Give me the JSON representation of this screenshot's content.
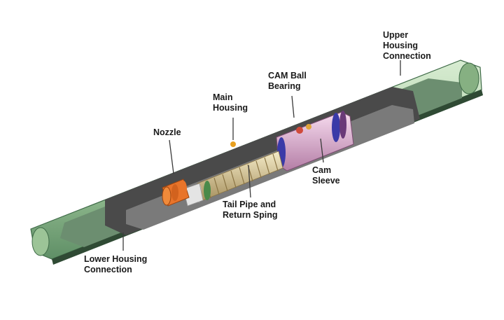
{
  "labels": {
    "upper_housing": [
      "Upper",
      "Housing",
      "Connection"
    ],
    "cam_ball_bearing": [
      "CAM Ball",
      "Bearing"
    ],
    "main_housing": [
      "Main",
      "Housing"
    ],
    "nozzle": [
      "Nozzle"
    ],
    "cam_sleeve": [
      "Cam",
      "Sleeve"
    ],
    "tail_pipe": [
      "Tail Pipe and",
      "Return Sping"
    ],
    "lower_housing": [
      "Lower Housing",
      "Connection"
    ]
  },
  "colors": {
    "housing_green": "#b8d8b0",
    "housing_shadow": "#4d7a55",
    "nozzle_orange": "#e8742a",
    "cam_pink": "#e6b8d6",
    "bearing_blue": "#3a3aa8",
    "spring_tan": "#d8c690"
  }
}
